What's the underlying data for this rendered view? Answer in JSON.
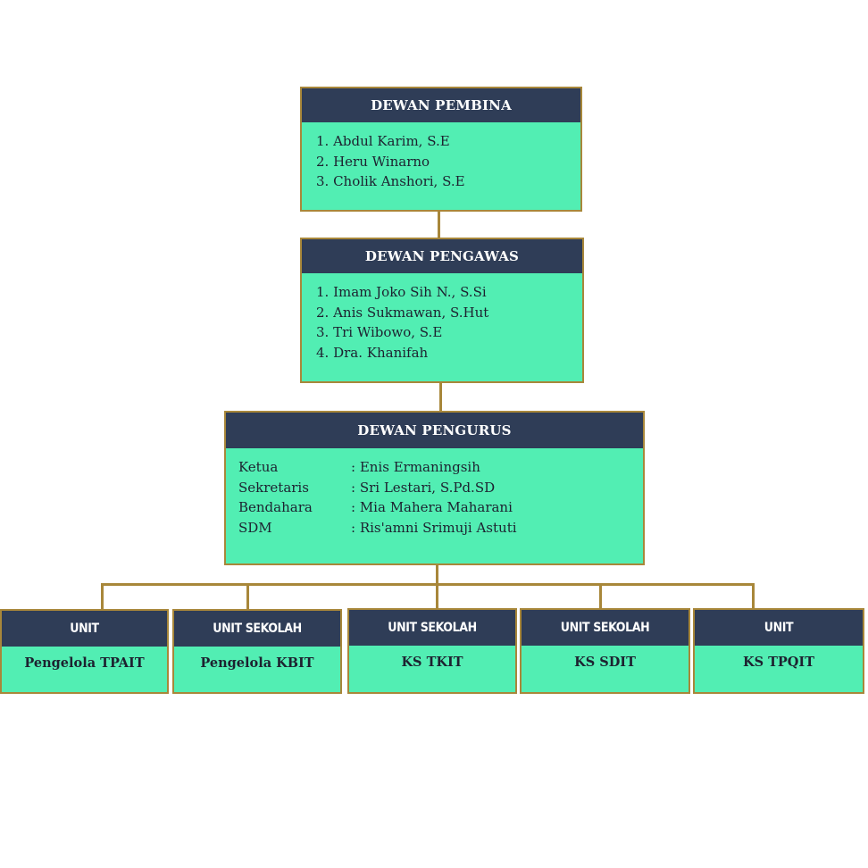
{
  "pembina": {
    "title": "DEWAN PEMBINA",
    "members": [
      "1. Abdul Karim, S.E",
      "2. Heru Winarno",
      "3. Cholik Anshori, S.E"
    ]
  },
  "pengawas": {
    "title": "DEWAN PENGAWAS",
    "members": [
      "1. Imam Joko Sih N., S.Si",
      "2. Anis Sukmawan, S.Hut",
      "3. Tri Wibowo, S.E",
      "4. Dra. Khanifah"
    ]
  },
  "pengurus": {
    "title": "DEWAN PENGURUS",
    "roles": [
      {
        "role": "Ketua",
        "name": ": Enis Ermaningsih"
      },
      {
        "role": "Sekretaris",
        "name": ": Sri Lestari, S.Pd.SD"
      },
      {
        "role": "Bendahara",
        "name": ": Mia Mahera Maharani"
      },
      {
        "role": "SDM",
        "name": ": Ris'amni Srimuji Astuti"
      }
    ]
  },
  "units": [
    {
      "header": "UNIT",
      "name": "Pengelola TPAIT"
    },
    {
      "header": "UNIT SEKOLAH",
      "name": "Pengelola KBIT"
    },
    {
      "header": "UNIT SEKOLAH",
      "name": "KS TKIT"
    },
    {
      "header": "UNIT SEKOLAH",
      "name": "KS SDIT"
    },
    {
      "header": "UNIT",
      "name": "KS TPQIT"
    }
  ],
  "colors": {
    "box_fill": "#52eeb3",
    "header_fill": "#2f3d57",
    "border": "#a8873a"
  }
}
